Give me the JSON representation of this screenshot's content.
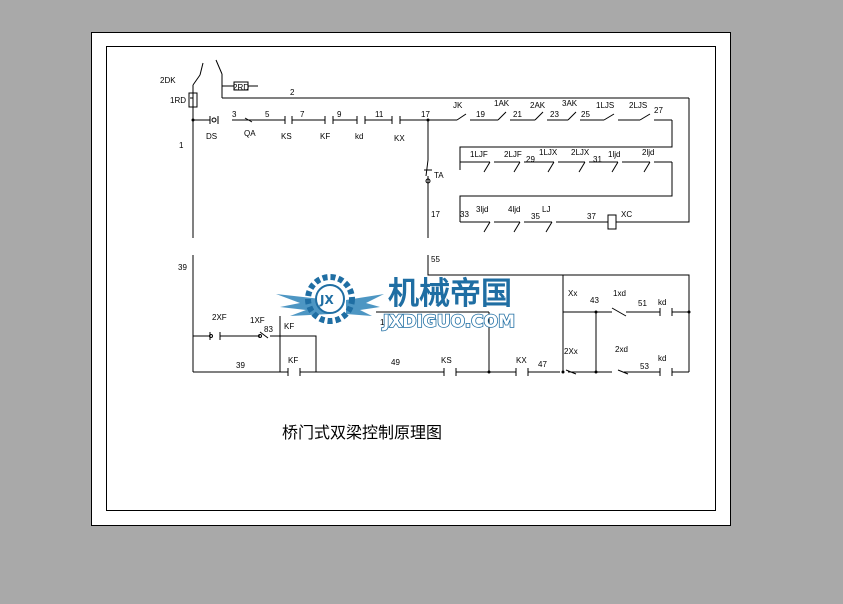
{
  "labels": {
    "l_2dk": "2DK",
    "l_1rd": "1RD",
    "l_2rd": "2RD",
    "l_2": "2",
    "l_1": "1",
    "l_3": "3",
    "l_5": "5",
    "l_7": "7",
    "l_9": "9",
    "l_11": "11",
    "l_17a": "17",
    "l_ds": "DS",
    "l_qa": "QA",
    "l_ks1": "KS",
    "l_kf1": "KF",
    "l_kd1": "kd",
    "l_kx1": "KX",
    "l_jk": "JK",
    "l_19": "19",
    "l_1ak": "1AK",
    "l_21": "21",
    "l_2ak": "2AK",
    "l_23": "23",
    "l_3ak": "3AK",
    "l_25": "25",
    "l_1ljs": "1LJS",
    "l_2ljs": "2LJS",
    "l_27": "27",
    "l_1ljf": "1LJF",
    "l_2ljf": "2LJF",
    "l_29": "29",
    "l_1ljx": "1LJX",
    "l_2ljx": "2LJX",
    "l_31": "31",
    "l_1ljd": "1ljd",
    "l_2ljd": "2ljd",
    "l_33": "33",
    "l_3ljd": "3ljd",
    "l_4ljd": "4ljd",
    "l_35": "35",
    "l_lj": "LJ",
    "l_37": "37",
    "l_xc": "XC",
    "l_ta": "TA",
    "l_17b": "17",
    "l_39a": "39",
    "l_55": "55",
    "l_2xf": "2XF",
    "l_1xf": "1XF",
    "l_83": "83",
    "l_kf2": "KF",
    "l_1b": "1",
    "l_xx": "Xx",
    "l_43": "43",
    "l_1xd": "1xd",
    "l_51": "51",
    "l_kd2": "kd",
    "l_2xx": "2Xx",
    "l_2xd": "2xd",
    "l_39b": "39",
    "l_kf3": "KF",
    "l_49": "49",
    "l_ks2": "KS",
    "l_kx2": "KX",
    "l_47": "47",
    "l_53": "53",
    "l_kd3": "kd"
  },
  "caption": "桥门式双梁控制原理图",
  "watermark": {
    "logo_letters": "JX",
    "cn": "机械帝国",
    "en": "JXDIGUO.COM"
  },
  "colors": {
    "background": "#a9a9a9",
    "paper": "#ffffff",
    "ink": "#000000",
    "watermark_blue": "#1f6ea3"
  }
}
